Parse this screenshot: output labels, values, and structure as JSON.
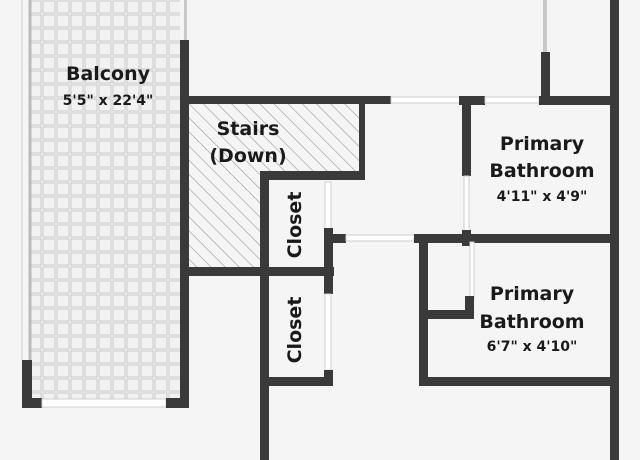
{
  "rooms": {
    "balcony": {
      "name": "Balcony",
      "dimensions": "5'5\" x 22'4\""
    },
    "stairs": {
      "line1": "Stairs",
      "line2": "(Down)"
    },
    "closet_upper": {
      "name": "Closet"
    },
    "closet_lower": {
      "name": "Closet"
    },
    "primary_bathroom_1": {
      "line1": "Primary",
      "line2": "Bathroom",
      "dimensions": "4'11\" x 4'9\""
    },
    "primary_bathroom_2": {
      "line1": "Primary",
      "line2": "Bathroom",
      "dimensions": "6'7\" x 4'10\""
    }
  },
  "colors": {
    "wall": "#3a3a3a",
    "floor": "#f5f5f5",
    "balcony_tile": "#dedede",
    "stairs_hatch": "#9a9a9a",
    "text": "#1a1a1a"
  }
}
